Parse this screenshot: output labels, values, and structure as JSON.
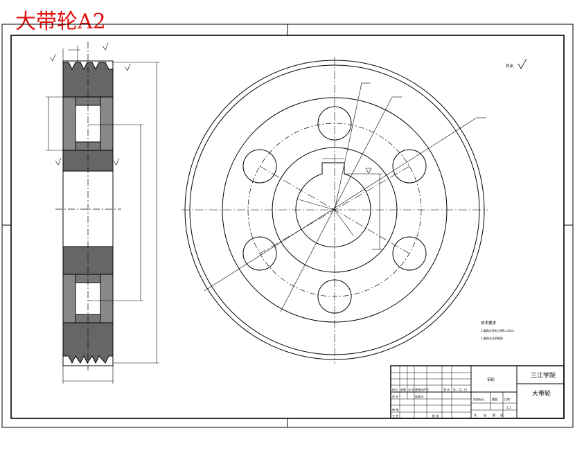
{
  "title": "大带轮A2",
  "drawing": {
    "surface_mark": "其余",
    "notes_heading": "技术要求",
    "notes": [
      "1.圆角半径未注明R=3mm",
      "2.圆角未注明倒角"
    ]
  },
  "titleblock": {
    "part_name_small": "带轮",
    "school": "三江学院",
    "part_name": "大带轮",
    "row_labels": [
      "标记",
      "处数",
      "分 区",
      "更改文件号",
      "签 名",
      "年、月、日"
    ],
    "left_labels": [
      "设 计",
      "审 核",
      "工 艺"
    ],
    "sig_labels": [
      "标准化",
      "批 准"
    ],
    "stage_labels": [
      "阶段标记",
      "重量",
      "比例"
    ],
    "scale": "1:1",
    "sheet": [
      "共",
      "张",
      "第",
      "张"
    ]
  },
  "colors": {
    "line": "#000000",
    "title": "#e01010"
  }
}
